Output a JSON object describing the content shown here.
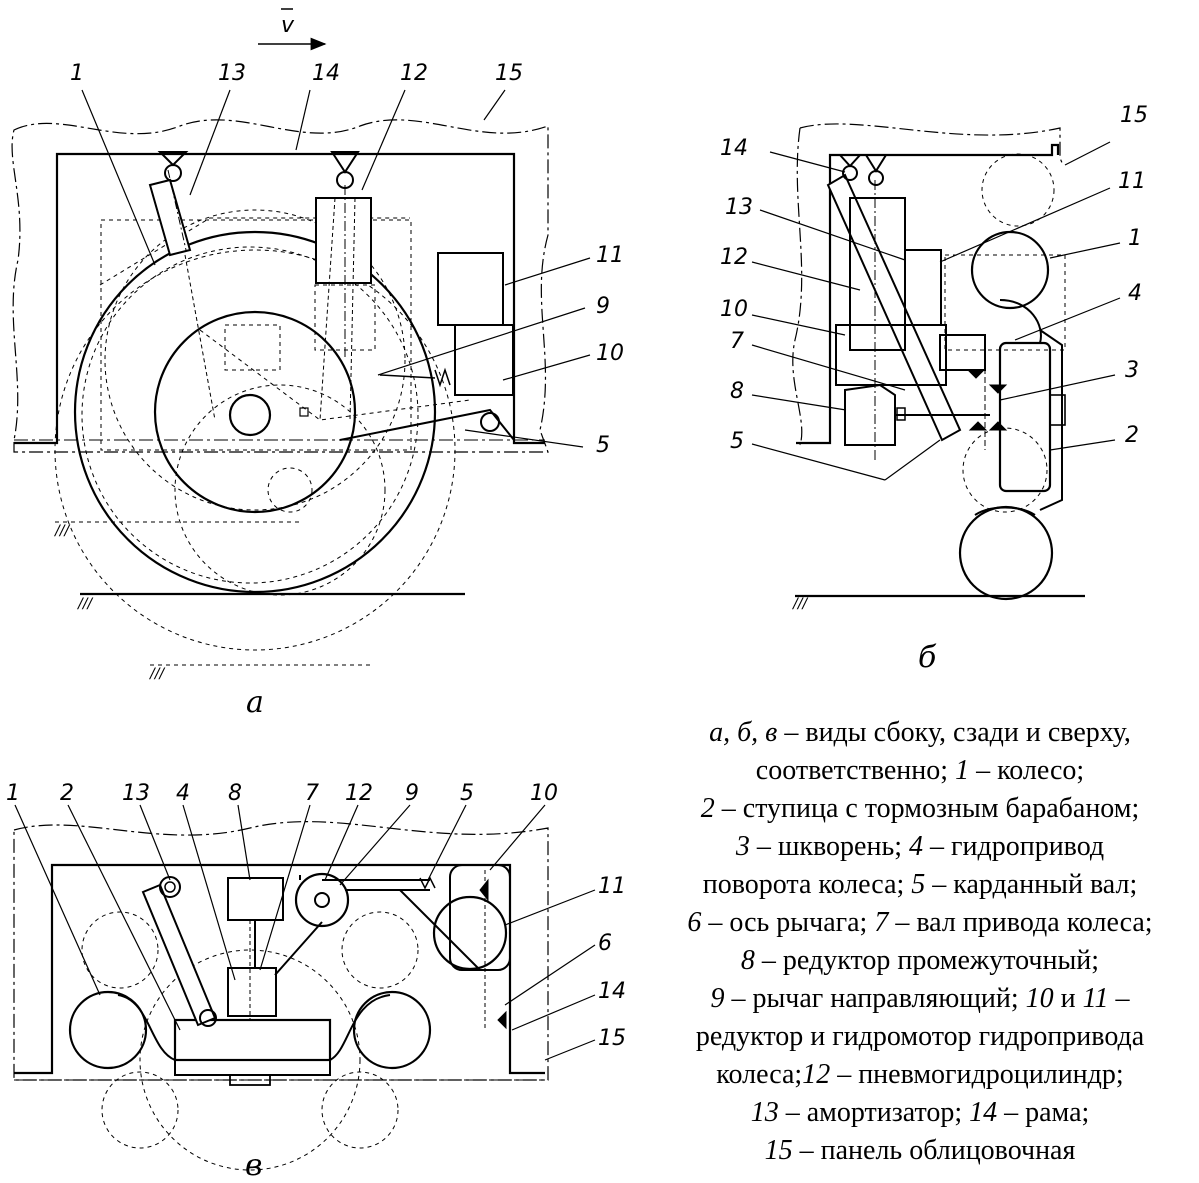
{
  "velocity_symbol": "v",
  "views": {
    "a": {
      "caption": "а",
      "labels": [
        "1",
        "13",
        "14",
        "12",
        "15",
        "11",
        "9",
        "10",
        "5"
      ],
      "ground_marks": [
        "///",
        "///",
        "///"
      ]
    },
    "b": {
      "caption": "б",
      "labels": [
        "15",
        "14",
        "11",
        "13",
        "1",
        "12",
        "4",
        "10",
        "7",
        "3",
        "8",
        "2",
        "5"
      ],
      "ground_marks": [
        "///"
      ]
    },
    "c": {
      "caption": "в",
      "labels": [
        "1",
        "2",
        "13",
        "4",
        "8",
        "7",
        "12",
        "9",
        "5",
        "10",
        "11",
        "6",
        "14",
        "15"
      ]
    }
  },
  "legend": [
    {
      "k": "а, б, в",
      "t": " – виды сбоку, сзади и сверху,"
    },
    {
      "k": "",
      "t": "соответственно; "
    },
    {
      "k": "1",
      "t": " – колесо;"
    },
    {
      "k": "2",
      "t": " – ступица с тормозным барабаном;"
    },
    {
      "k": "3",
      "t": " – шкворень; "
    },
    {
      "k": "4",
      "t": " – гидропривод"
    },
    {
      "k": "",
      "t": "поворота колеса; "
    },
    {
      "k": "5",
      "t": " – карданный вал;"
    },
    {
      "k": "6",
      "t": " – ось рычага; "
    },
    {
      "k": "7",
      "t": " – вал привода колеса;"
    },
    {
      "k": "8",
      "t": " – редуктор промежуточный;"
    },
    {
      "k": "9",
      "t": " – рычаг направляющий; "
    },
    {
      "k": "10",
      "t": " и "
    },
    {
      "k": "11",
      "t": " –"
    },
    {
      "k": "",
      "t": "редуктор и гидромотор гидропривода"
    },
    {
      "k": "",
      "t": "колеса;"
    },
    {
      "k": "12",
      "t": " – пневмогидроцилиндр;"
    },
    {
      "k": "13",
      "t": " – амортизатор; "
    },
    {
      "k": "14",
      "t": " – рама;"
    },
    {
      "k": "15",
      "t": " – панель облицовочная"
    }
  ]
}
